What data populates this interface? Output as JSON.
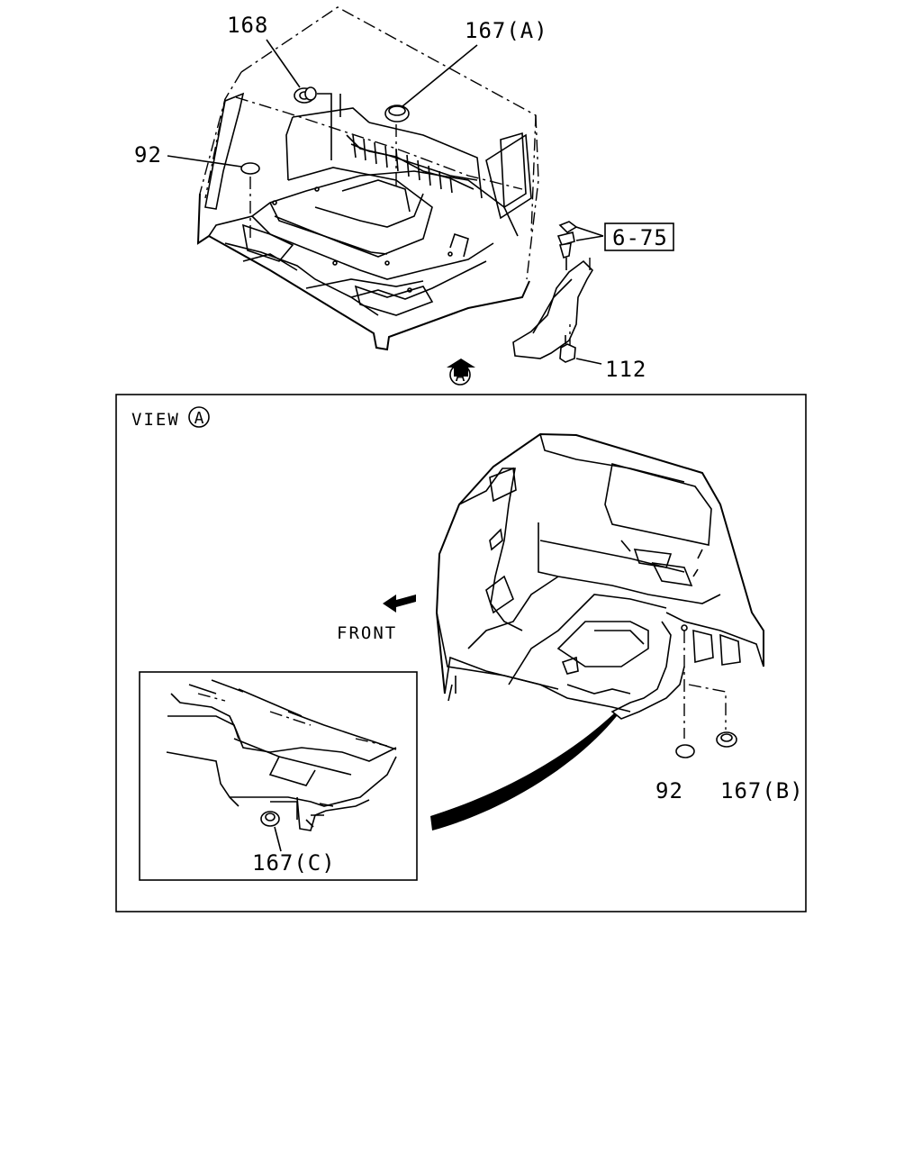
{
  "labels": {
    "p168": "168",
    "p167a": "167(A)",
    "p92_top": "92",
    "ref_6_75": "6-75",
    "p112": "112",
    "view_marker": "A",
    "view_title": "VIEW",
    "front": "FRONT",
    "p92_view": "92",
    "p167b": "167(B)",
    "p167c": "167(C)"
  }
}
